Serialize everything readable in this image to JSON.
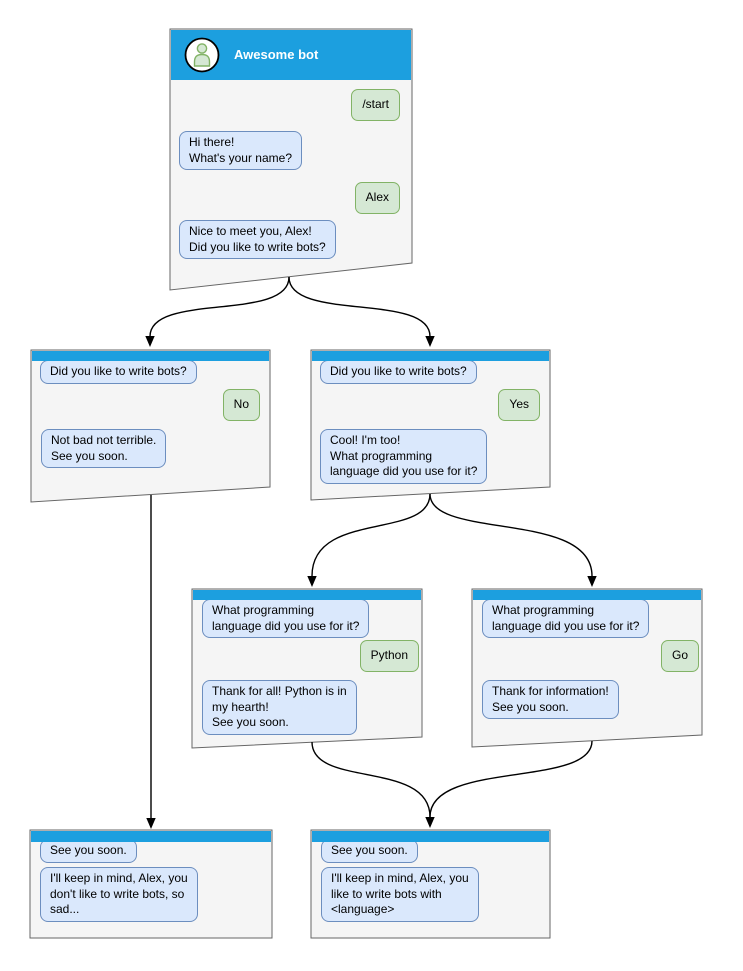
{
  "colors": {
    "header_blue": "#1c9fdf",
    "bot_bubble_fill": "#dae8fc",
    "bot_bubble_border": "#6c8ebf",
    "user_bubble_fill": "#d5e8d4",
    "user_bubble_border": "#82b366",
    "window_fill": "#f5f5f5",
    "window_border": "#666666",
    "connector": "#000000"
  },
  "main_window": {
    "title": "Awesome bot",
    "avatar_icon": "person-icon",
    "messages": [
      {
        "from": "user",
        "text": "/start"
      },
      {
        "from": "bot",
        "text": "Hi there!\nWhat's your name?"
      },
      {
        "from": "user",
        "text": "Alex"
      },
      {
        "from": "bot",
        "text": "Nice to meet you, Alex!\nDid you like to write bots?"
      }
    ]
  },
  "branch_no": {
    "messages": [
      {
        "from": "bot",
        "text": "Did you like to write bots?"
      },
      {
        "from": "user",
        "text": "No"
      },
      {
        "from": "bot",
        "text": "Not bad not terrible.\nSee you soon."
      }
    ]
  },
  "branch_yes": {
    "messages": [
      {
        "from": "bot",
        "text": "Did you like to write bots?"
      },
      {
        "from": "user",
        "text": "Yes"
      },
      {
        "from": "bot",
        "text": "Cool! I'm too!\nWhat programming\nlanguage did you use for it?"
      }
    ]
  },
  "python_window": {
    "messages": [
      {
        "from": "bot",
        "text": "What programming\nlanguage did you use for it?"
      },
      {
        "from": "user",
        "text": "Python"
      },
      {
        "from": "bot",
        "text": "Thank for all! Python is in\nmy hearth!\nSee you soon."
      }
    ]
  },
  "go_window": {
    "messages": [
      {
        "from": "bot",
        "text": "What programming\nlanguage did you use for it?"
      },
      {
        "from": "user",
        "text": "Go"
      },
      {
        "from": "bot",
        "text": "Thank for information!\nSee you soon."
      }
    ]
  },
  "end_no": {
    "messages": [
      {
        "from": "bot",
        "text": "See you soon."
      },
      {
        "from": "bot",
        "text": "I'll keep in mind, Alex, you\ndon't like to write bots, so\nsad..."
      }
    ]
  },
  "end_yes": {
    "messages": [
      {
        "from": "bot",
        "text": "See you soon."
      },
      {
        "from": "bot",
        "text": "I'll keep in mind, Alex, you\nlike to write bots with\n<language>"
      }
    ]
  }
}
